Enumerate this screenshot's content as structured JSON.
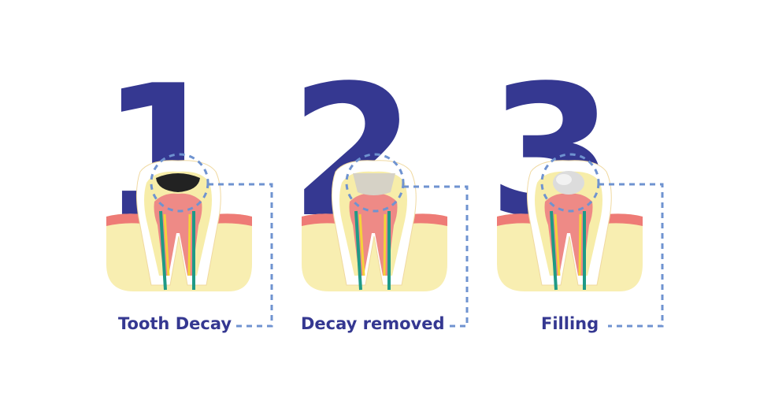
{
  "colors": {
    "numeral": "#353891",
    "label": "#353891",
    "gum": "#f8eeb1",
    "gum_edge": "#ee7b76",
    "tooth": "#ffffff",
    "dentin": "#f7eda9",
    "pulp": "#ee8a86",
    "nerve_green": "#1f9a86",
    "nerve_yellow": "#f4d33a",
    "dashed": "#6f93d0",
    "decay": "#222222",
    "removed_cavity": "#d6d2c6",
    "filling": "#dcdcdc"
  },
  "steps": [
    {
      "numeral": "1",
      "label": "Tooth Decay",
      "cavity_state": "decay"
    },
    {
      "numeral": "2",
      "label": "Decay removed",
      "cavity_state": "removed"
    },
    {
      "numeral": "3",
      "label": "Filling",
      "cavity_state": "filled"
    }
  ]
}
